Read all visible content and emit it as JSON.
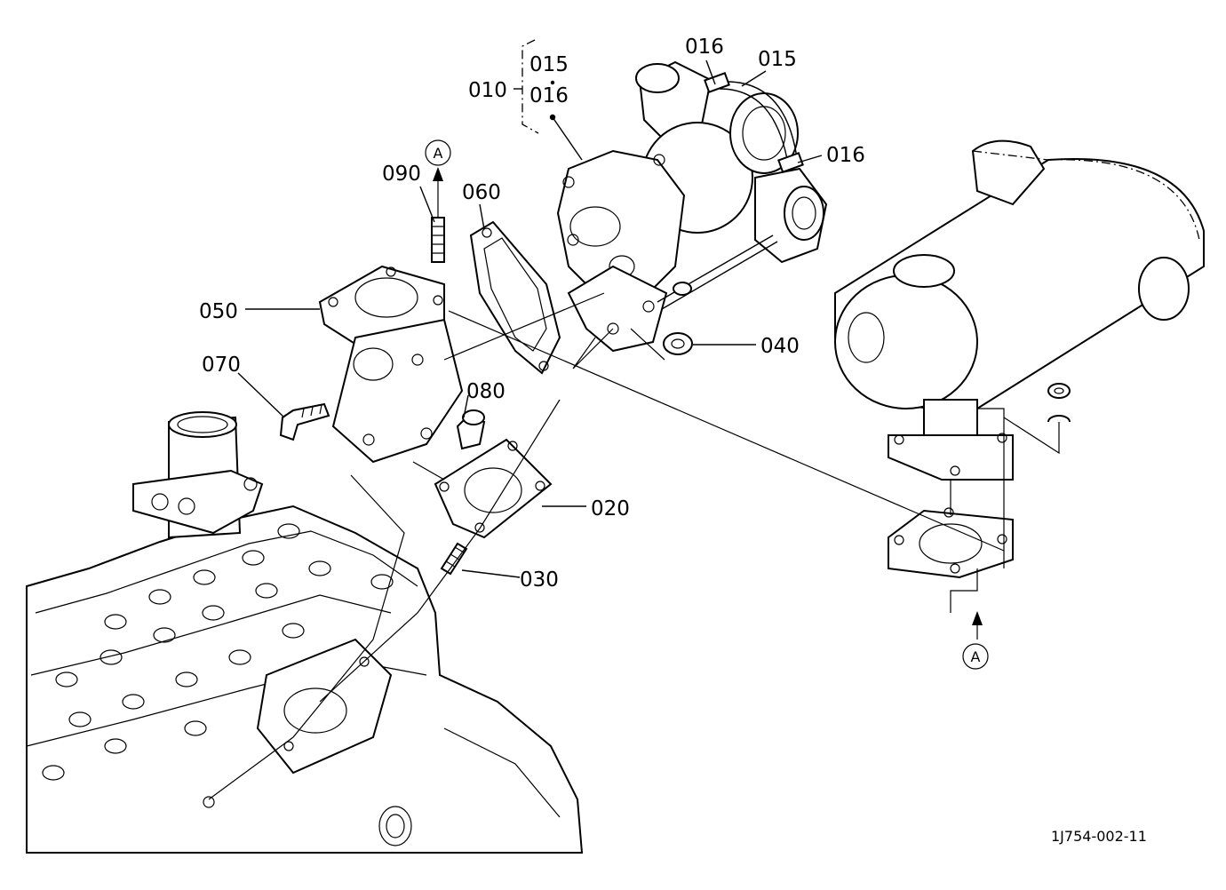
{
  "diagram": {
    "labels": {
      "p010": "010",
      "p015a": "015",
      "p016a": "016",
      "p016b": "016",
      "p015b": "015",
      "p016c": "016",
      "p090": "090",
      "p060": "060",
      "p050": "050",
      "p040": "040",
      "p070": "070",
      "p080": "080",
      "p020": "020",
      "p030": "030"
    },
    "markers": {
      "ref_top": "A",
      "ref_bottom": "A"
    },
    "figure_code": "1J754-002-11"
  }
}
